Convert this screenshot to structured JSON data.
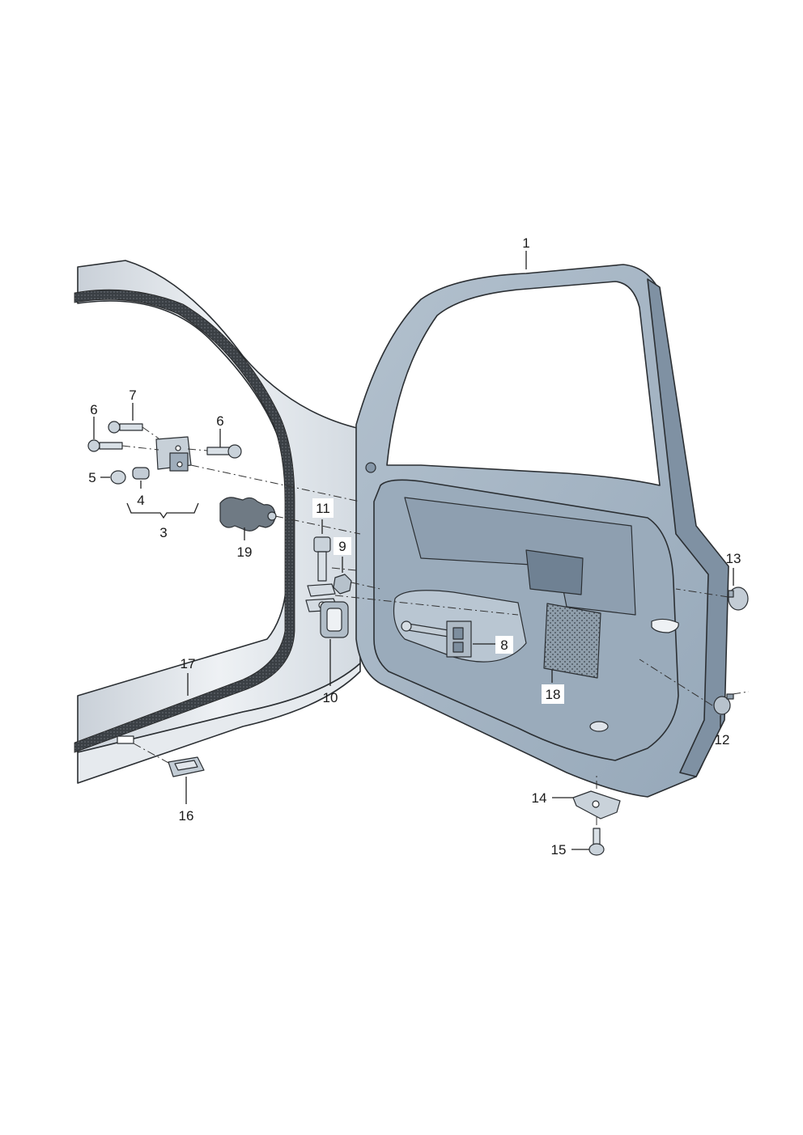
{
  "diagram": {
    "parts": [
      {
        "id": "part-1",
        "label": "1"
      },
      {
        "id": "part-3",
        "label": "3"
      },
      {
        "id": "part-4",
        "label": "4"
      },
      {
        "id": "part-5",
        "label": "5"
      },
      {
        "id": "part-6a",
        "label": "6"
      },
      {
        "id": "part-6b",
        "label": "6"
      },
      {
        "id": "part-7",
        "label": "7"
      },
      {
        "id": "part-8",
        "label": "8"
      },
      {
        "id": "part-9",
        "label": "9"
      },
      {
        "id": "part-10",
        "label": "10"
      },
      {
        "id": "part-11",
        "label": "11"
      },
      {
        "id": "part-12",
        "label": "12"
      },
      {
        "id": "part-13",
        "label": "13"
      },
      {
        "id": "part-14",
        "label": "14"
      },
      {
        "id": "part-15",
        "label": "15"
      },
      {
        "id": "part-16",
        "label": "16"
      },
      {
        "id": "part-17",
        "label": "17"
      },
      {
        "id": "part-18",
        "label": "18"
      },
      {
        "id": "part-19",
        "label": "19"
      }
    ],
    "colors": {
      "body_panel": "#dfe4ea",
      "door_steel": "#a9b8c6",
      "door_dark": "#7f91a3",
      "seal": "#2e3236",
      "outline": "#2b2f33",
      "hardware": "#b7c2cc"
    }
  }
}
